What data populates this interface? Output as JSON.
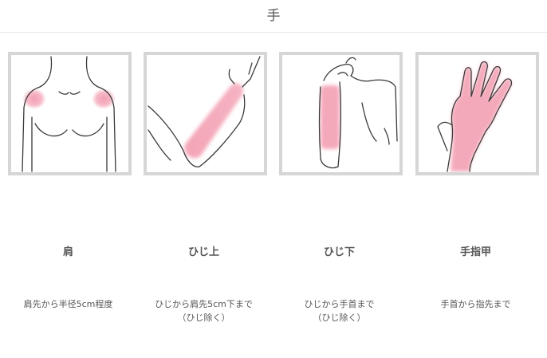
{
  "page": {
    "title": "手"
  },
  "areas": [
    {
      "name": "肩",
      "desc_line1": "肩先から半径5cm程度",
      "desc_line2": ""
    },
    {
      "name": "ひじ上",
      "desc_line1": "ひじから肩先5cm下まで",
      "desc_line2": "（ひじ除く）"
    },
    {
      "name": "ひじ下",
      "desc_line1": "ひじから手首まで",
      "desc_line2": "（ひじ除く）"
    },
    {
      "name": "手指甲",
      "desc_line1": "手首から指先まで",
      "desc_line2": ""
    }
  ],
  "colors": {
    "highlight": "#f29aae",
    "frame": "#d6d6d6",
    "text": "#555555"
  }
}
